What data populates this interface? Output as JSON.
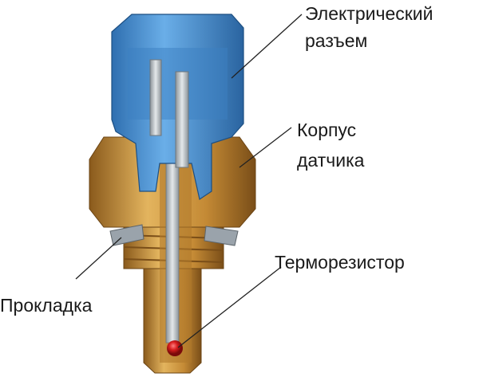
{
  "labels": {
    "connector_line1": "Электрический",
    "connector_line2": "разъем",
    "housing_line1": "Корпус",
    "housing_line2": "датчика",
    "thermistor": "Терморезистор",
    "gasket": "Прокладка"
  },
  "colors": {
    "connector": "#4a8ed0",
    "brass": "#c8933a",
    "thermistor": "#d81e1e",
    "gasket": "#9aa3ab"
  }
}
